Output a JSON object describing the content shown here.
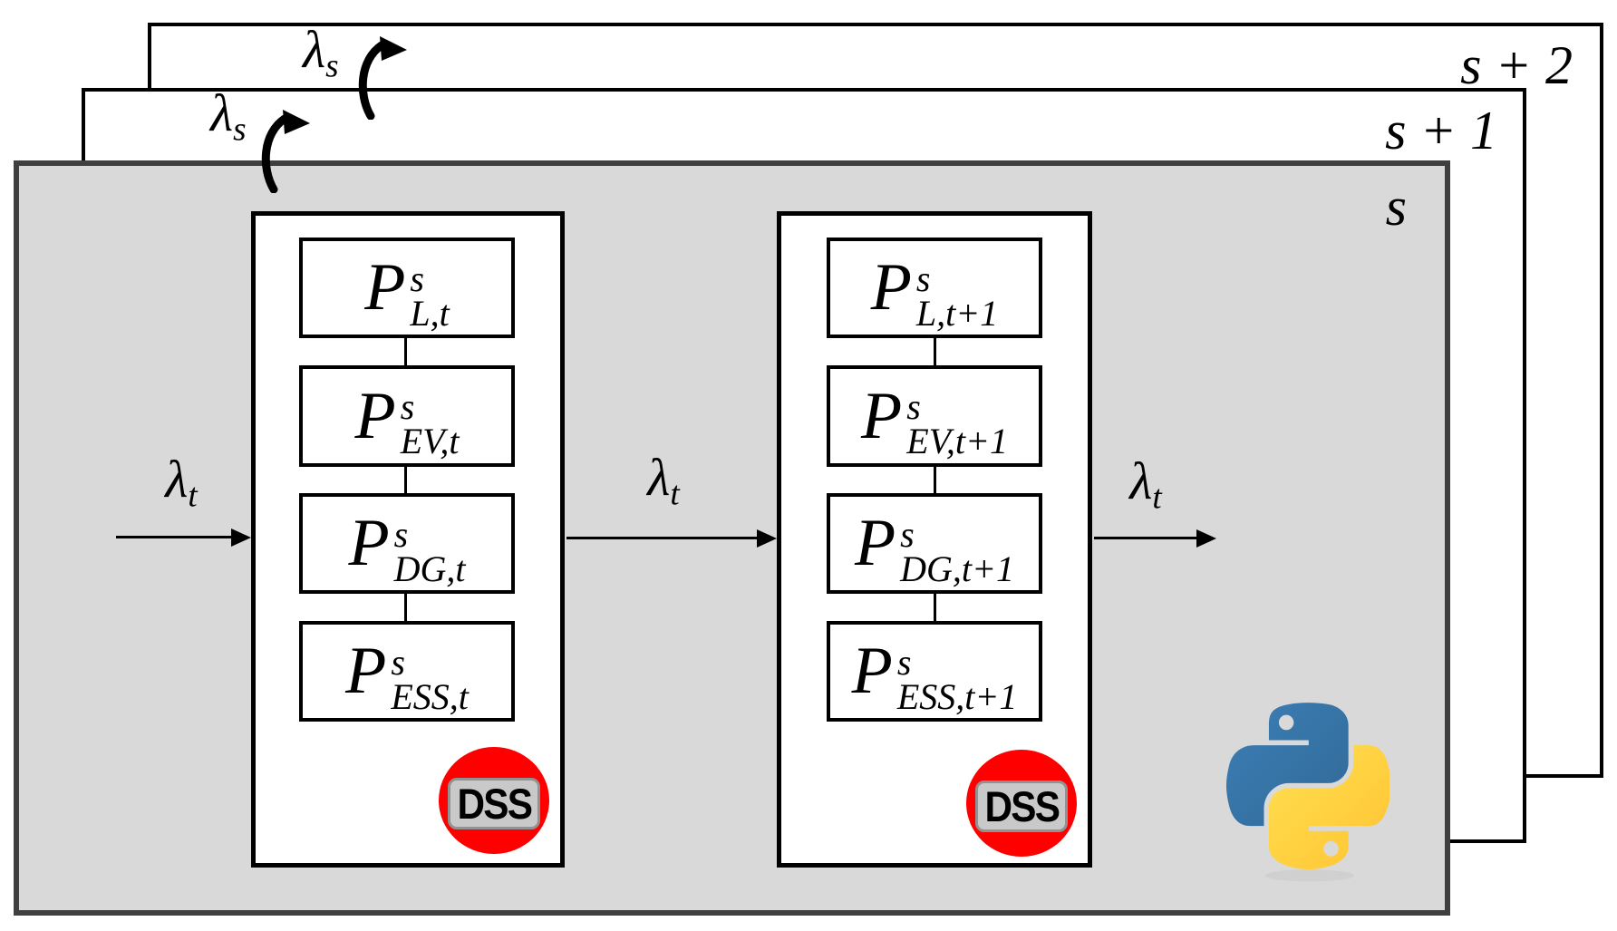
{
  "panels": {
    "s2": {
      "label": "s + 2"
    },
    "s1": {
      "label": "s + 1"
    },
    "s": {
      "label": "s"
    }
  },
  "scenario_loop": {
    "symbol": "λ",
    "subscript": "s"
  },
  "time_signal": {
    "symbol": "λ",
    "subscript": "t"
  },
  "blocks": [
    {
      "badge": "DSS",
      "boxes": [
        {
          "base": "P",
          "sup": "s",
          "sub": "L,t"
        },
        {
          "base": "P",
          "sup": "s",
          "sub": "EV,t"
        },
        {
          "base": "P",
          "sup": "s",
          "sub": "DG,t"
        },
        {
          "base": "P",
          "sup": "s",
          "sub": "ESS,t"
        }
      ]
    },
    {
      "badge": "DSS",
      "boxes": [
        {
          "base": "P",
          "sup": "s",
          "sub": "L,t+1"
        },
        {
          "base": "P",
          "sup": "s",
          "sub": "EV,t+1"
        },
        {
          "base": "P",
          "sup": "s",
          "sub": "DG,t+1"
        },
        {
          "base": "P",
          "sup": "s",
          "sub": "ESS,t+1"
        }
      ]
    }
  ],
  "icons": {
    "python_logo": "python-logo",
    "dss_badge": "opendss-badge"
  },
  "colors": {
    "front_panel_fill": "#d9d9d9",
    "front_panel_border": "#3f3f3f",
    "line_black": "#000000",
    "dss_red": "#fe0000",
    "dss_plate_gray": "#c9c9c9",
    "python_blue": "#387eb8",
    "python_yellow": "#ffd43b"
  }
}
